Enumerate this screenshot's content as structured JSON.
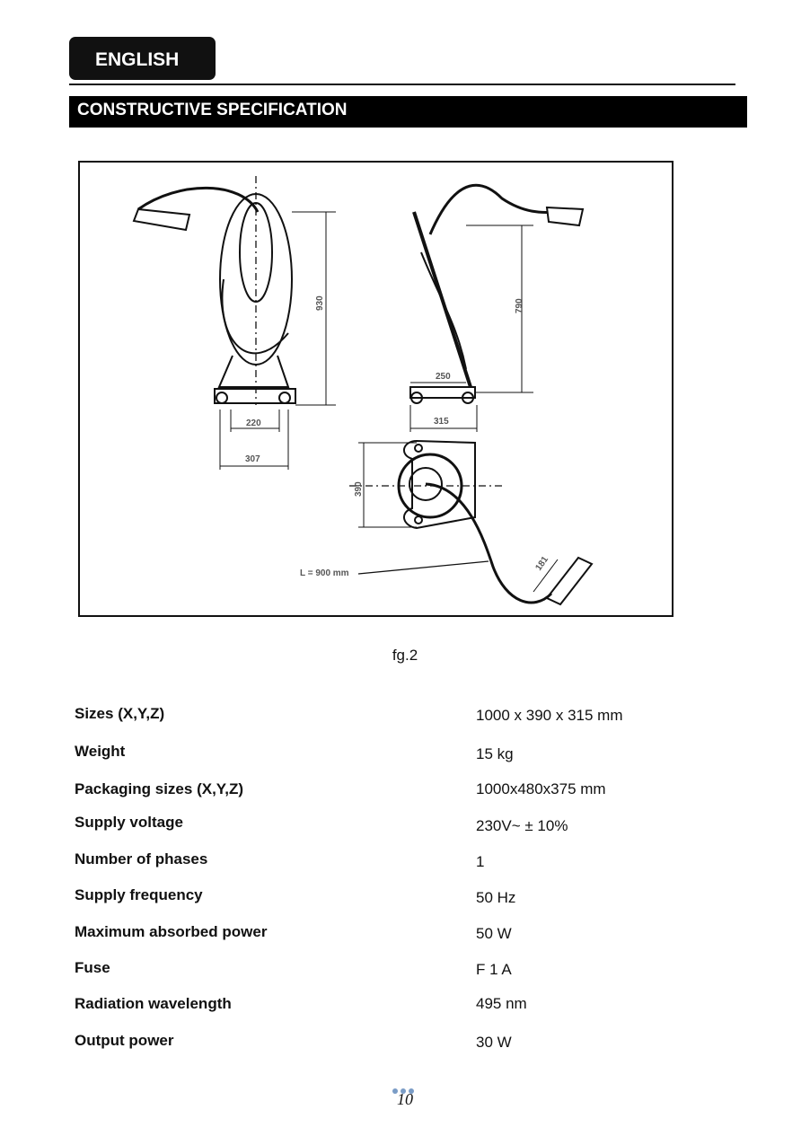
{
  "header": {
    "language_tab": "ENGLISH",
    "section_title": "CONSTRUCTIVE SPECIFICATION"
  },
  "figure": {
    "caption": "fg.2",
    "dimensions": {
      "front_height": "930",
      "front_inner_width": "220",
      "front_base_width": "307",
      "side_height": "790",
      "side_inner_width": "250",
      "side_base_width": "315",
      "top_depth": "390",
      "cable_length": "L = 900 mm",
      "handpiece_length": "181"
    }
  },
  "specs": [
    {
      "label": "Sizes (X,Y,Z)",
      "value": "1000 x 390 x 315 mm"
    },
    {
      "label": "Weight",
      "value": "15 kg"
    },
    {
      "label": "Packaging sizes (X,Y,Z)",
      "value": "1000x480x375 mm"
    },
    {
      "label": "Supply voltage",
      "value": "230V~ ± 10%"
    },
    {
      "label": "Number of phases",
      "value": "1"
    },
    {
      "label": "Supply frequency",
      "value": "50 Hz"
    },
    {
      "label": "Maximum absorbed power",
      "value": "50 W"
    },
    {
      "label": "Fuse",
      "value": "F 1 A"
    },
    {
      "label": "Radiation wavelength",
      "value": "495 nm"
    },
    {
      "label": "Output power",
      "value": "30 W"
    }
  ],
  "footer": {
    "page_number": "10"
  }
}
